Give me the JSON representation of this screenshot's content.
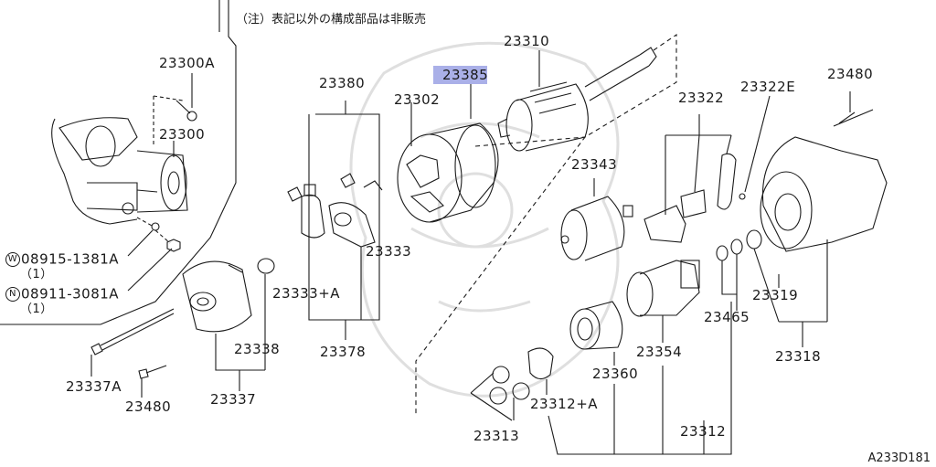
{
  "note": "（注）表記以外の構成部品は非販売",
  "diagram_code": "A233D181",
  "highlight_color": "#aab0e8",
  "labels": {
    "p23300A": "23300A",
    "p23300": "23300",
    "w_prefix": "W",
    "w_part": "08915-1381A",
    "w_qty": "（1）",
    "n_prefix": "N",
    "n_part": "08911-3081A",
    "n_qty": "（1）",
    "p23337A": "23337A",
    "p23480a": "23480",
    "p23337": "23337",
    "p23338": "23338",
    "p23380": "23380",
    "p23333": "23333",
    "p23333A": "23333+A",
    "p23378": "23378",
    "p23302": "23302",
    "p23385": "23385",
    "p23310": "23310",
    "p23343": "23343",
    "p23322": "23322",
    "p23322E": "23322E",
    "p23480b": "23480",
    "p23319": "23319",
    "p23465": "23465",
    "p23318": "23318",
    "p23354": "23354",
    "p23360": "23360",
    "p23312A": "23312+A",
    "p23313": "23313",
    "p23312": "23312"
  }
}
